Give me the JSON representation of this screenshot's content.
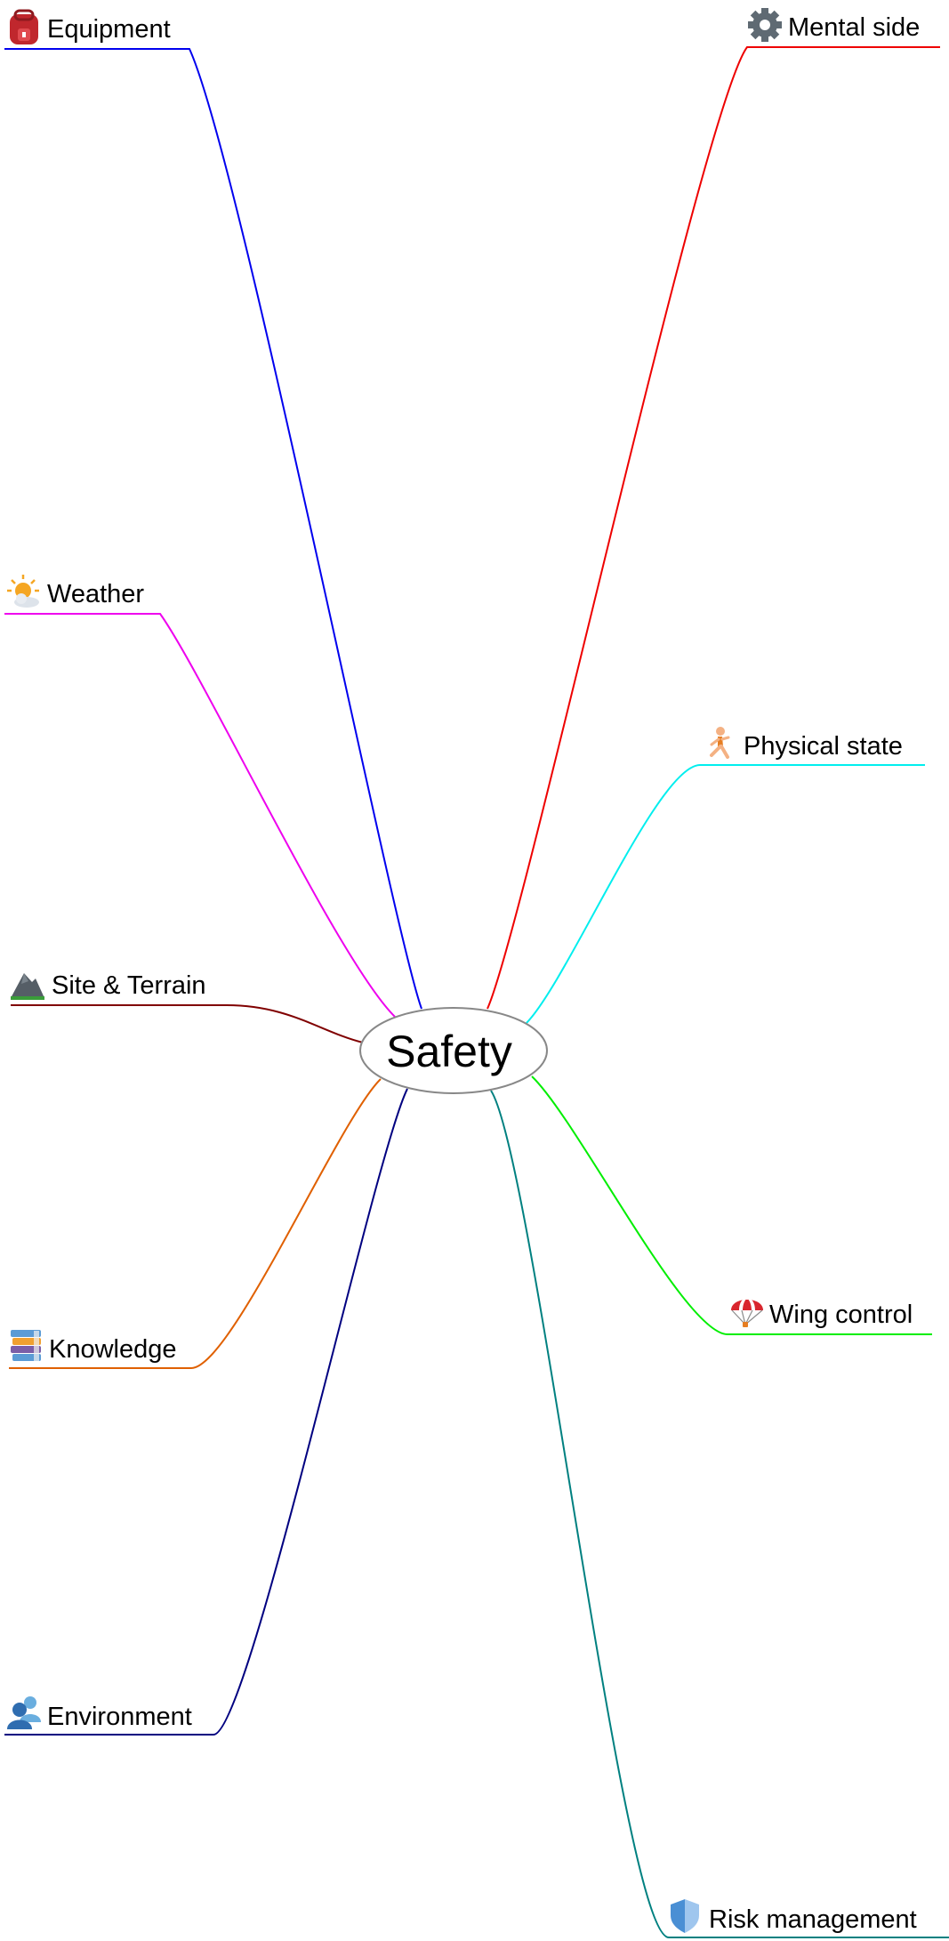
{
  "center": {
    "label": "Safety"
  },
  "branches": [
    {
      "id": "equipment",
      "label": "Equipment",
      "color": "#0000ee",
      "icon": "backpack-icon"
    },
    {
      "id": "weather",
      "label": "Weather",
      "color": "#ee00ee",
      "icon": "sun-behind-cloud-icon"
    },
    {
      "id": "site-terrain",
      "label": "Site & Terrain",
      "color": "#800000",
      "icon": "mountain-icon"
    },
    {
      "id": "knowledge",
      "label": "Knowledge",
      "color": "#e06000",
      "icon": "books-icon"
    },
    {
      "id": "environment",
      "label": "Environment",
      "color": "#000080",
      "icon": "people-icon"
    },
    {
      "id": "mental-side",
      "label": "Mental side",
      "color": "#ee0000",
      "icon": "gear-icon"
    },
    {
      "id": "physical-state",
      "label": "Physical state",
      "color": "#00eeee",
      "icon": "runner-icon"
    },
    {
      "id": "wing-control",
      "label": "Wing control",
      "color": "#00ee00",
      "icon": "parachute-icon"
    },
    {
      "id": "risk-management",
      "label": "Risk management",
      "color": "#008080",
      "icon": "shield-icon"
    }
  ]
}
